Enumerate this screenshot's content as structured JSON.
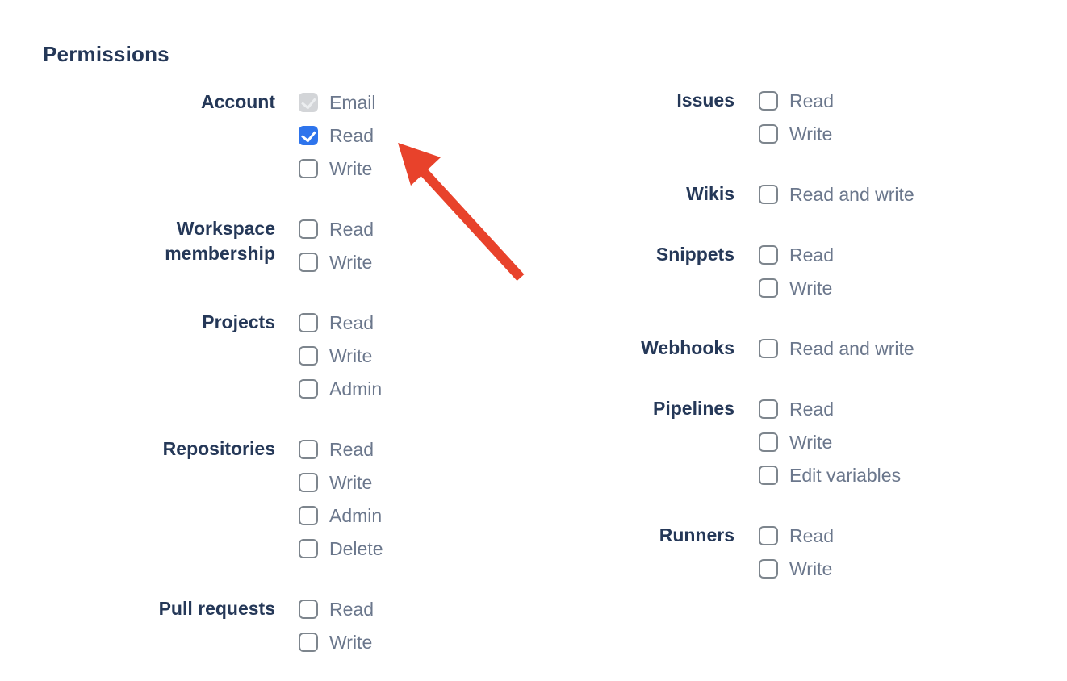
{
  "header": {
    "title": "Permissions"
  },
  "colors": {
    "heading_navy": "#253858",
    "option_gray": "#6B778C",
    "checkbox_border": "#7d858d",
    "checked_blue": "#2e74ec",
    "disabled_checked_bg": "#d3d5d8",
    "arrow_red": "#e8422b"
  },
  "columns": [
    {
      "name": "left",
      "groups": [
        {
          "label": "Account",
          "options": [
            {
              "label": "Email",
              "state": "checked-disabled"
            },
            {
              "label": "Read",
              "state": "checked"
            },
            {
              "label": "Write",
              "state": "unchecked"
            }
          ]
        },
        {
          "label": "Workspace membership",
          "options": [
            {
              "label": "Read",
              "state": "unchecked"
            },
            {
              "label": "Write",
              "state": "unchecked"
            }
          ]
        },
        {
          "label": "Projects",
          "options": [
            {
              "label": "Read",
              "state": "unchecked"
            },
            {
              "label": "Write",
              "state": "unchecked"
            },
            {
              "label": "Admin",
              "state": "unchecked"
            }
          ]
        },
        {
          "label": "Repositories",
          "options": [
            {
              "label": "Read",
              "state": "unchecked"
            },
            {
              "label": "Write",
              "state": "unchecked"
            },
            {
              "label": "Admin",
              "state": "unchecked"
            },
            {
              "label": "Delete",
              "state": "unchecked"
            }
          ]
        },
        {
          "label": "Pull requests",
          "options": [
            {
              "label": "Read",
              "state": "unchecked"
            },
            {
              "label": "Write",
              "state": "unchecked"
            }
          ]
        }
      ]
    },
    {
      "name": "right",
      "groups": [
        {
          "label": "Issues",
          "options": [
            {
              "label": "Read",
              "state": "unchecked"
            },
            {
              "label": "Write",
              "state": "unchecked"
            }
          ]
        },
        {
          "label": "Wikis",
          "options": [
            {
              "label": "Read and write",
              "state": "unchecked"
            }
          ]
        },
        {
          "label": "Snippets",
          "options": [
            {
              "label": "Read",
              "state": "unchecked"
            },
            {
              "label": "Write",
              "state": "unchecked"
            }
          ]
        },
        {
          "label": "Webhooks",
          "options": [
            {
              "label": "Read and write",
              "state": "unchecked"
            }
          ]
        },
        {
          "label": "Pipelines",
          "options": [
            {
              "label": "Read",
              "state": "unchecked"
            },
            {
              "label": "Write",
              "state": "unchecked"
            },
            {
              "label": "Edit variables",
              "state": "unchecked"
            }
          ]
        },
        {
          "label": "Runners",
          "options": [
            {
              "label": "Read",
              "state": "unchecked"
            },
            {
              "label": "Write",
              "state": "unchecked"
            }
          ]
        }
      ]
    }
  ],
  "annotation": {
    "arrow": {
      "color": "#e8422b"
    }
  }
}
